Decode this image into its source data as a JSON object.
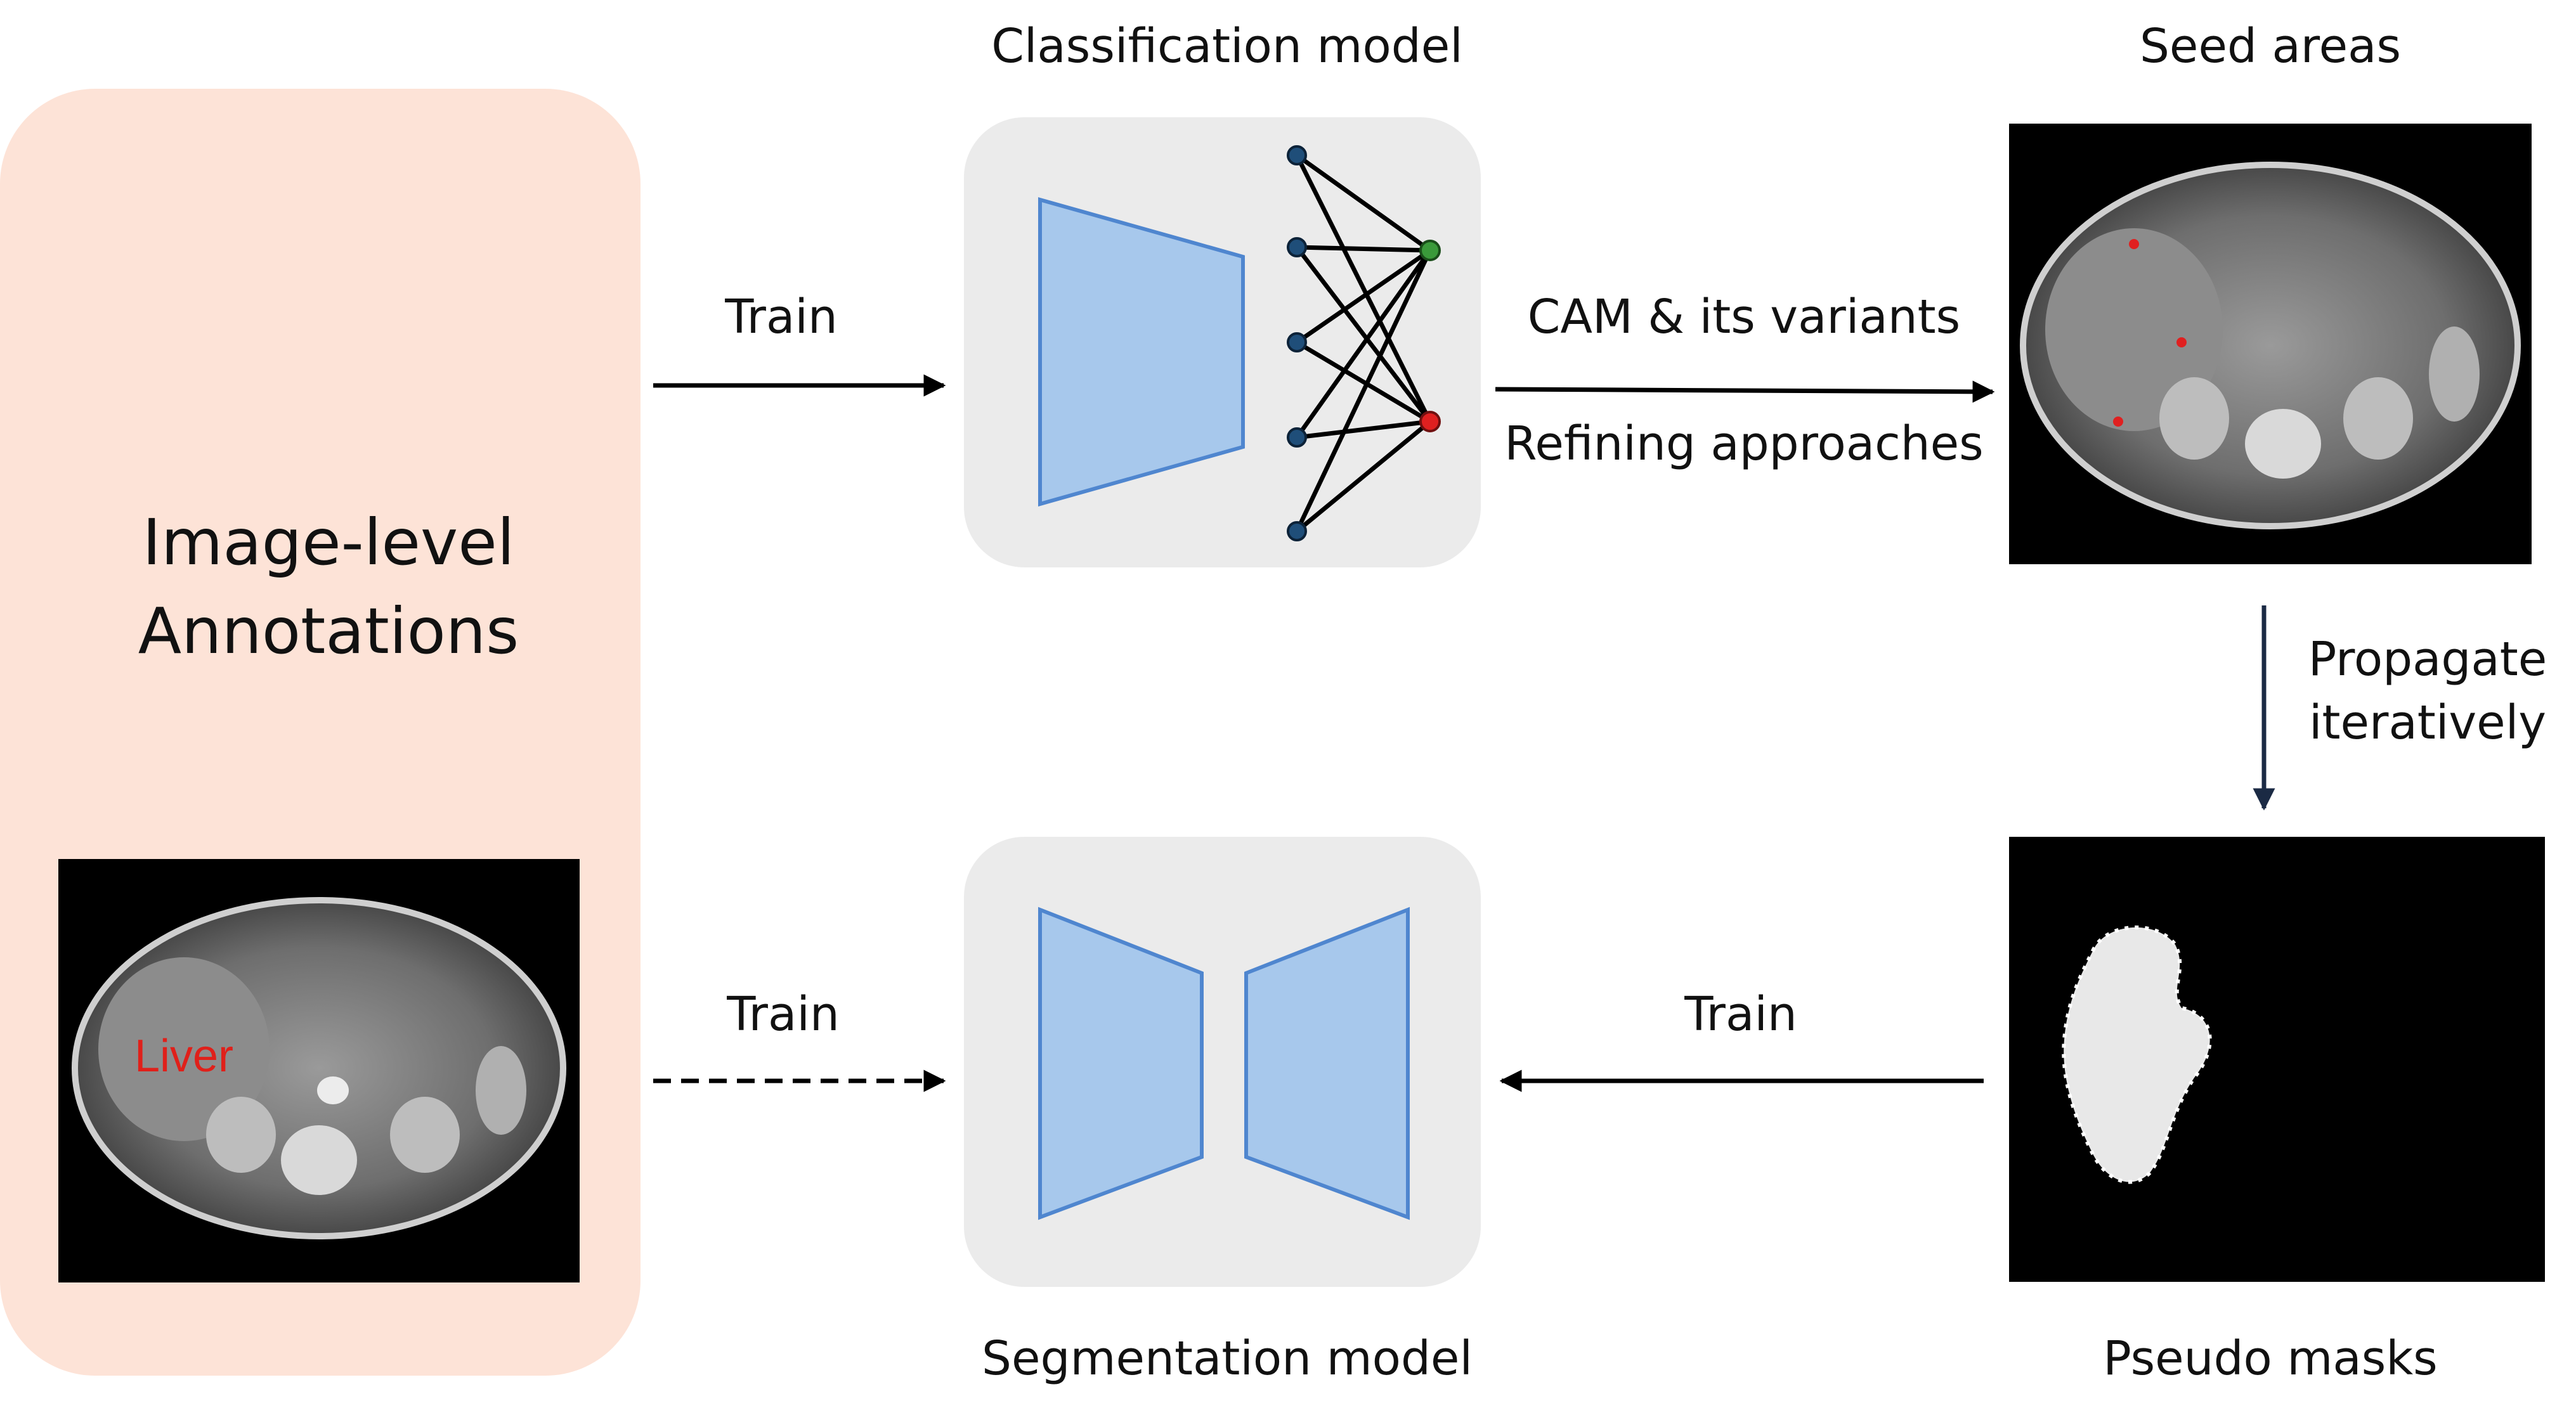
{
  "annotation_panel": {
    "title_line1": "Image-level",
    "title_line2": "Annotations",
    "organ_label": "Liver"
  },
  "classification": {
    "title": "Classification model"
  },
  "segmentation": {
    "title": "Segmentation model"
  },
  "seed": {
    "title": "Seed areas"
  },
  "pseudo": {
    "title": "Pseudo masks"
  },
  "edges": {
    "train_top": "Train",
    "train_bottom_left": "Train",
    "train_bottom_right": "Train",
    "cam_line1": "CAM & its variants",
    "cam_line2": "Refining approaches",
    "propagate_line1": "Propagate",
    "propagate_line2": "iteratively"
  },
  "colors": {
    "panel_fill": "#fde3d7",
    "model_box_fill": "#ebebeb",
    "trapezoid_fill": "#a7c8ec",
    "trapezoid_stroke": "#4f86cf",
    "node_input": "#1f4e79",
    "node_out_green": "#3a9a3a",
    "node_out_red": "#e02020",
    "liver_label": "#e0201a",
    "seed_point": "#e02020"
  }
}
